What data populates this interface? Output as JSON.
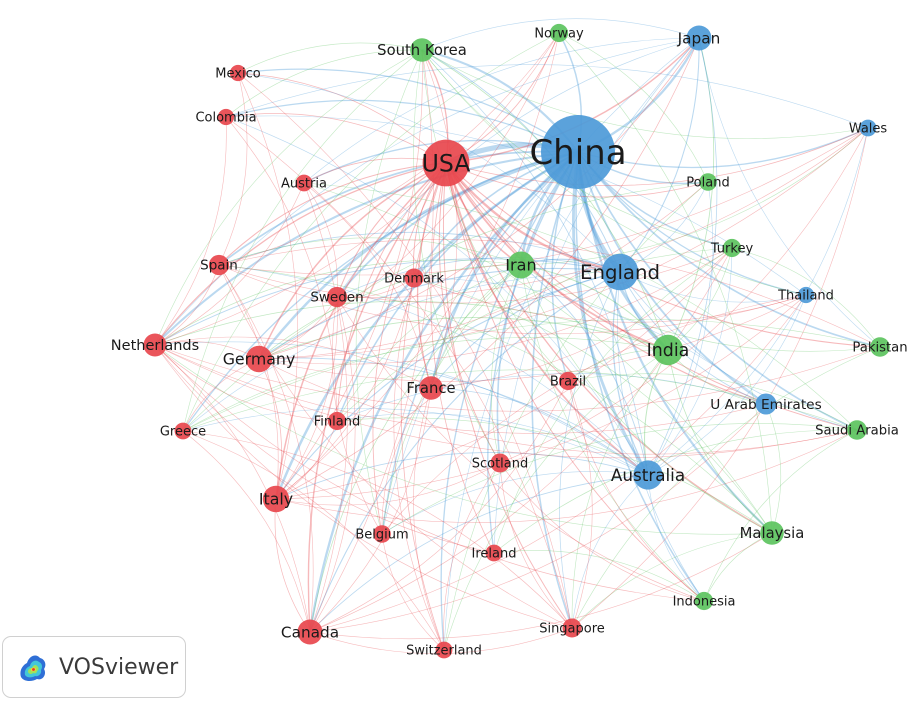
{
  "network": {
    "colors": {
      "red": "#e8474d",
      "green": "#5cc35e",
      "blue": "#4d9ad8"
    },
    "nodes": [
      {
        "id": "china",
        "label": "China",
        "cluster": "blue",
        "weight": 10
      },
      {
        "id": "usa",
        "label": "USA",
        "cluster": "red",
        "weight": 6
      },
      {
        "id": "england",
        "label": "England",
        "cluster": "blue",
        "weight": 4.5
      },
      {
        "id": "india",
        "label": "India",
        "cluster": "green",
        "weight": 3.6
      },
      {
        "id": "australia",
        "label": "Australia",
        "cluster": "blue",
        "weight": 3.4
      },
      {
        "id": "iran",
        "label": "Iran",
        "cluster": "green",
        "weight": 3.1
      },
      {
        "id": "italy",
        "label": "Italy",
        "cluster": "red",
        "weight": 3.0
      },
      {
        "id": "germany",
        "label": "Germany",
        "cluster": "red",
        "weight": 3.0
      },
      {
        "id": "canada",
        "label": "Canada",
        "cluster": "red",
        "weight": 2.8
      },
      {
        "id": "japan",
        "label": "Japan",
        "cluster": "blue",
        "weight": 2.8
      },
      {
        "id": "france",
        "label": "France",
        "cluster": "red",
        "weight": 2.6
      },
      {
        "id": "south_korea",
        "label": "South Korea",
        "cluster": "green",
        "weight": 2.6
      },
      {
        "id": "netherlands",
        "label": "Netherlands",
        "cluster": "red",
        "weight": 2.5
      },
      {
        "id": "malaysia",
        "label": "Malaysia",
        "cluster": "green",
        "weight": 2.6
      },
      {
        "id": "u_arab_emirates",
        "label": "U Arab Emirates",
        "cluster": "blue",
        "weight": 2.2
      },
      {
        "id": "saudi_arabia",
        "label": "Saudi Arabia",
        "cluster": "green",
        "weight": 2.0
      },
      {
        "id": "pakistan",
        "label": "Pakistan",
        "cluster": "green",
        "weight": 2.0
      },
      {
        "id": "sweden",
        "label": "Sweden",
        "cluster": "red",
        "weight": 2.1
      },
      {
        "id": "spain",
        "label": "Spain",
        "cluster": "red",
        "weight": 2.1
      },
      {
        "id": "denmark",
        "label": "Denmark",
        "cluster": "red",
        "weight": 1.9
      },
      {
        "id": "scotland",
        "label": "Scotland",
        "cluster": "red",
        "weight": 1.9
      },
      {
        "id": "singapore",
        "label": "Singapore",
        "cluster": "red",
        "weight": 1.9
      },
      {
        "id": "brazil",
        "label": "Brazil",
        "cluster": "red",
        "weight": 1.8
      },
      {
        "id": "turkey",
        "label": "Turkey",
        "cluster": "green",
        "weight": 1.8
      },
      {
        "id": "poland",
        "label": "Poland",
        "cluster": "green",
        "weight": 1.7
      },
      {
        "id": "norway",
        "label": "Norway",
        "cluster": "green",
        "weight": 1.8
      },
      {
        "id": "finland",
        "label": "Finland",
        "cluster": "red",
        "weight": 1.8
      },
      {
        "id": "indonesia",
        "label": "Indonesia",
        "cluster": "green",
        "weight": 1.8
      },
      {
        "id": "thailand",
        "label": "Thailand",
        "cluster": "blue",
        "weight": 1.5
      },
      {
        "id": "wales",
        "label": "Wales",
        "cluster": "blue",
        "weight": 1.6
      },
      {
        "id": "belgium",
        "label": "Belgium",
        "cluster": "red",
        "weight": 1.7
      },
      {
        "id": "ireland",
        "label": "Ireland",
        "cluster": "red",
        "weight": 1.6
      },
      {
        "id": "switzerland",
        "label": "Switzerland",
        "cluster": "red",
        "weight": 1.6
      },
      {
        "id": "austria",
        "label": "Austria",
        "cluster": "red",
        "weight": 1.6
      },
      {
        "id": "greece",
        "label": "Greece",
        "cluster": "red",
        "weight": 1.6
      },
      {
        "id": "colombia",
        "label": "Colombia",
        "cluster": "red",
        "weight": 1.5
      },
      {
        "id": "mexico",
        "label": "Mexico",
        "cluster": "red",
        "weight": 1.5
      }
    ]
  },
  "logo": {
    "text": "VOSviewer",
    "icon": "vosviewer-density-icon"
  }
}
